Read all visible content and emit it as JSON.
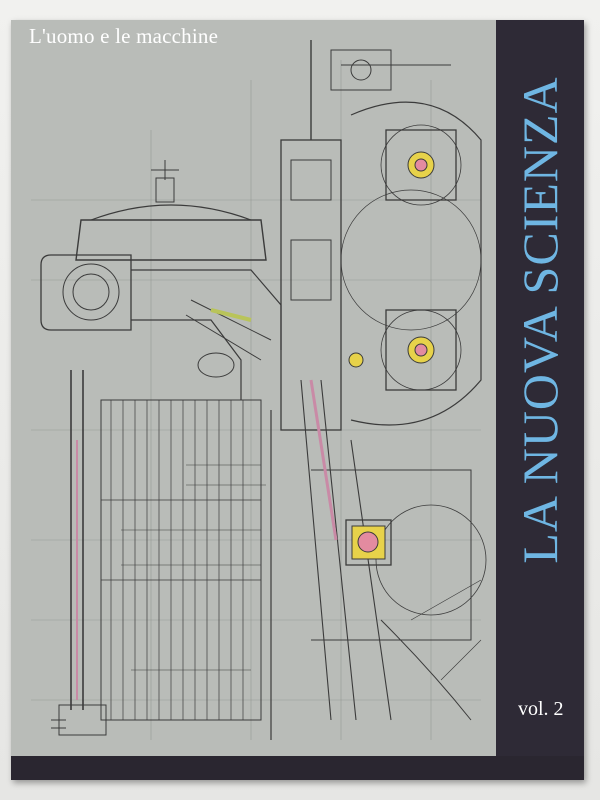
{
  "cover": {
    "subtitle": "L'uomo e le macchine",
    "series_title": "LA NUOVA SCIENZA",
    "volume": "vol. 2"
  },
  "colors": {
    "cover_background": "#b9bcb8",
    "spine_band": "#2e2a36",
    "title_color": "#6fb6e3",
    "drawing_ink": "#3a3a3a"
  }
}
